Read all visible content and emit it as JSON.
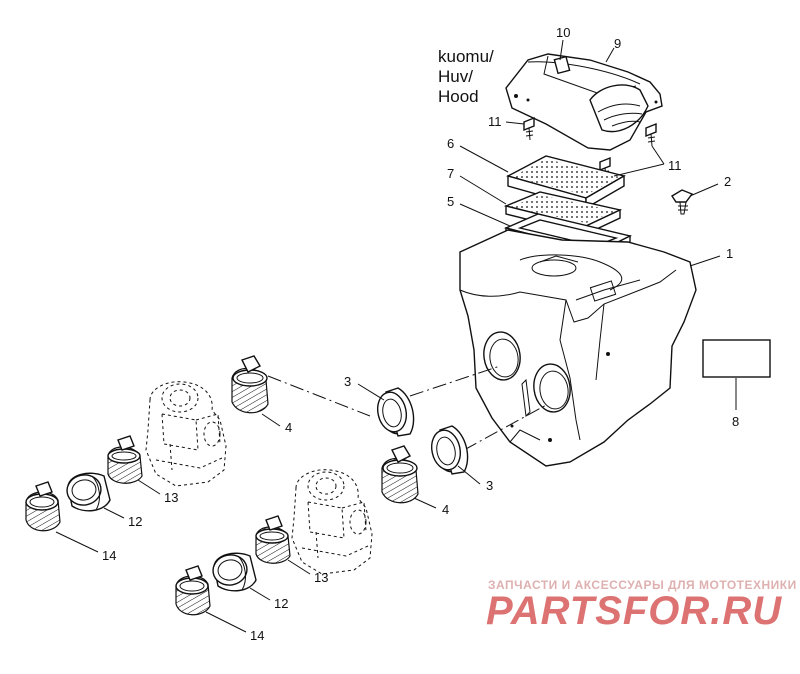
{
  "hood_label": {
    "line1": "kuomu/",
    "line2": "Huv/",
    "line3": "Hood"
  },
  "callouts": {
    "c1": "1",
    "c2": "2",
    "c3a": "3",
    "c3b": "3",
    "c4a": "4",
    "c4b": "4",
    "c5": "5",
    "c6": "6",
    "c7": "7",
    "c8": "8",
    "c9": "9",
    "c10": "10",
    "c11a": "11",
    "c11b": "11",
    "c12a": "12",
    "c12b": "12",
    "c13a": "13",
    "c13b": "13",
    "c14a": "14",
    "c14b": "14"
  },
  "watermark": {
    "tagline": "ЗАПЧАСТИ И АКСЕССУАРЫ ДЛЯ МОТОТЕХНИКИ",
    "brand": "PARTSFOR.RU",
    "color": "#d75a5a"
  }
}
